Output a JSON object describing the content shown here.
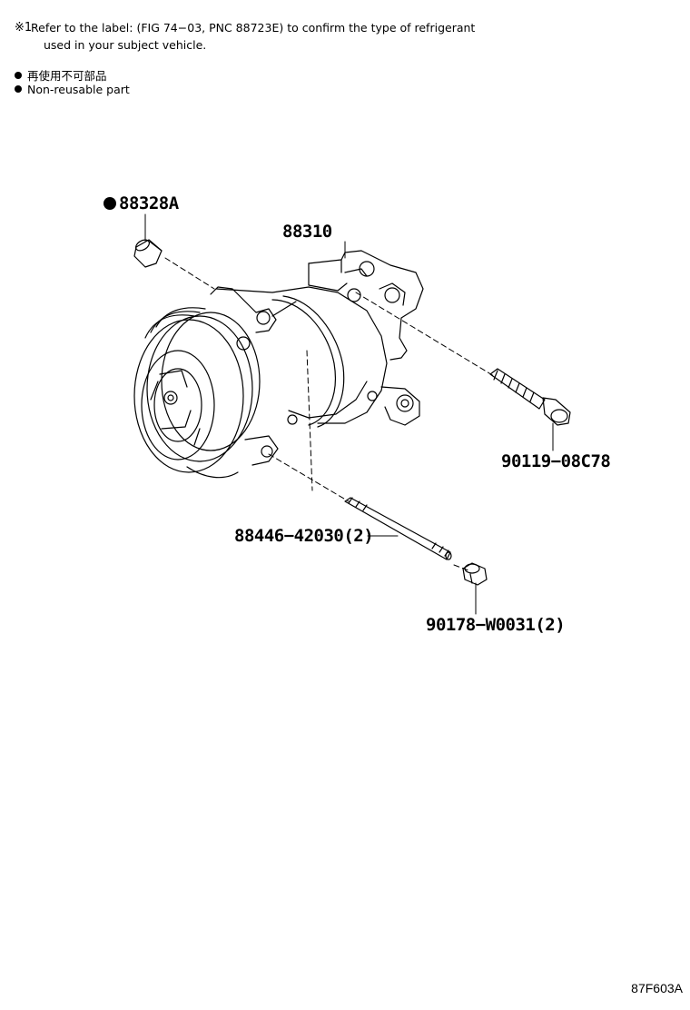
{
  "notes": {
    "mark": "※1",
    "line1": "Refer to the label: (FIG 74−03, PNC 88723E) to confirm the type of refrigerant",
    "line2": "used in your subject vehicle."
  },
  "legend": {
    "japanese": "再使用不可部品",
    "english": "Non-reusable part"
  },
  "parts": {
    "seal": "88328A",
    "compressor": "88310",
    "bolt": "90119−08C78",
    "stud": "88446−42030(2)",
    "nut": "90178−W0031(2)"
  },
  "figure_id": "87F603A"
}
